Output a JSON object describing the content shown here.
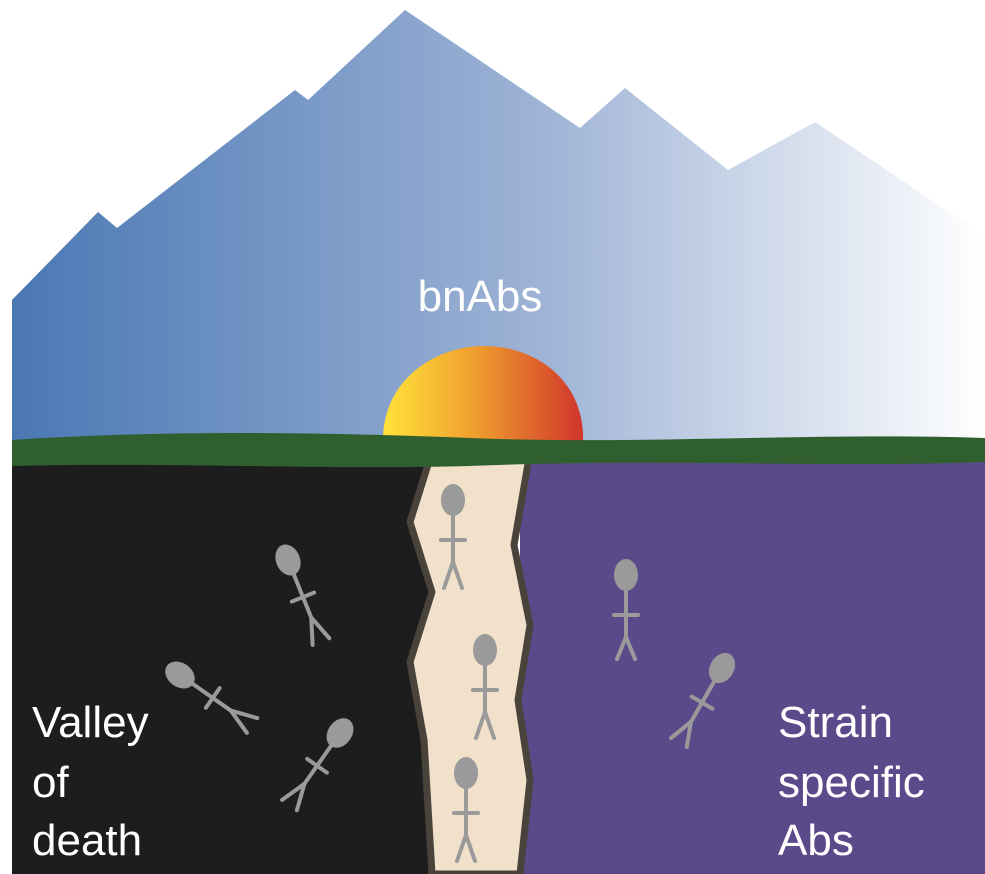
{
  "labels": {
    "top": "bnAbs",
    "left": [
      "Valley",
      "of",
      "death"
    ],
    "right": [
      "Strain",
      "specific",
      "Abs"
    ]
  },
  "colors": {
    "mountain_left": "#4a78b4",
    "mountain_right": "#ffffff",
    "ground": "#2f5f2f",
    "valley": "#1e1d1d",
    "path": "#f1e1cb",
    "path_edge": "#4a433b",
    "strain_region": "#5b4a8a",
    "sun_left": "#ffe23a",
    "sun_right": "#d0352b",
    "figure": "#9a9a9a",
    "text": "#ffffff"
  },
  "icons": [
    "mountain-range",
    "sun",
    "stick-figure"
  ]
}
